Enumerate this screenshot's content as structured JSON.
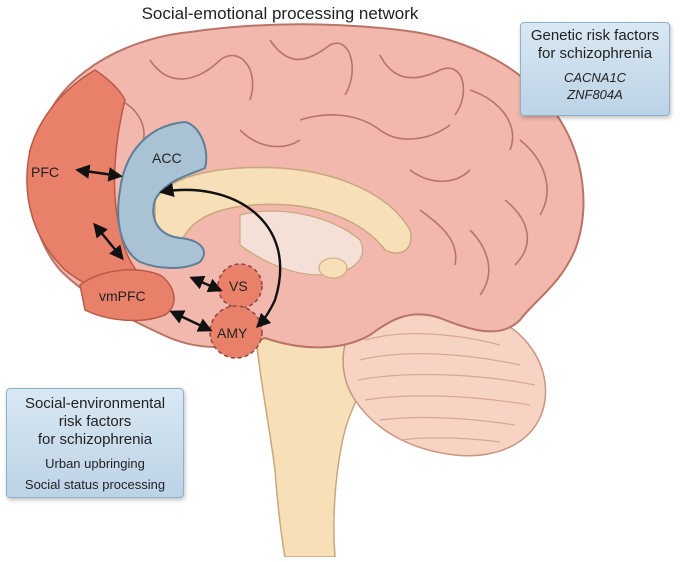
{
  "title": "Social-emotional processing network",
  "regions": {
    "pfc": "PFC",
    "acc": "ACC",
    "vmpfc": "vmPFC",
    "vs": "VS",
    "amy": "AMY"
  },
  "genetic_box": {
    "heading_line1": "Genetic risk factors",
    "heading_line2": "for schizophrenia",
    "items": [
      "CACNA1C",
      "ZNF804A"
    ]
  },
  "social_box": {
    "heading_line1": "Social-environmental",
    "heading_line2": "risk factors",
    "heading_line3": "for schizophrenia",
    "items": [
      "Urban upbringing",
      "Social status processing"
    ]
  },
  "colors": {
    "cortex": "#f2b8ae",
    "cortex_stroke": "#b97466",
    "pfc": "#e9806a",
    "acc": "#a9c2d4",
    "brainstem": "#f7dfb8",
    "cerebellum": "#f6d3c3",
    "box_border": "#8fb0cc"
  }
}
